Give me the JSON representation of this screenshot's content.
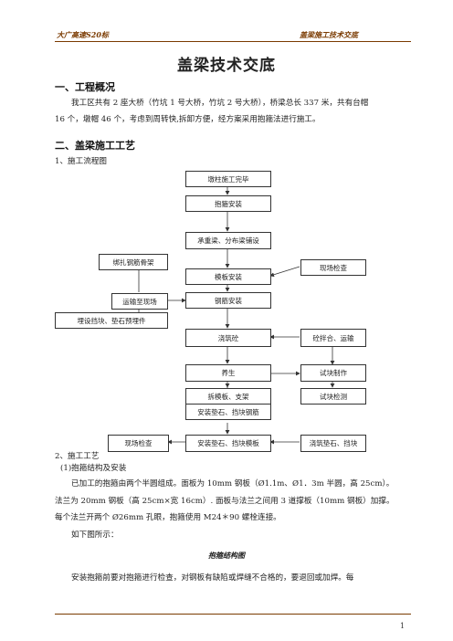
{
  "header": {
    "left": "大广高速S20标",
    "right": "盖梁施工技术交底"
  },
  "title": "盖梁技术交底",
  "section1": {
    "heading": "一、工程概况",
    "para_line1": "我工区共有 2 座大桥（竹坑 1 号大桥，竹坑 2 号大桥），桥梁总长 337 米，共有台帽",
    "para_line2": "16 个，墩帽 46 个，考虑到周转快,拆卸方便，经方案采用抱箍法进行施工。"
  },
  "section2": {
    "heading": "二、盖梁施工工艺",
    "sub1": "1、施工流程图"
  },
  "flow": {
    "dunzhu": "墩柱施工完毕",
    "baogu": "抱箍安装",
    "chengzhong": "承重梁、分布梁铺设",
    "bangza": "绑扎钢筋骨架",
    "xianchang1": "现场检查",
    "moban": "模板安装",
    "yunshu": "运输至现场",
    "gangjin": "钢筋安装",
    "maishe": "埋设挡块、垫石预埋件",
    "jiaozhu": "浇筑砼",
    "banhe": "砼拌合、运输",
    "yanghu": "养生",
    "shikuai": "试块制作",
    "chaimo": "拆模板、支架",
    "jiance": "试块检测",
    "anzhuang_gangjin": "安装垫石、挡块钢筋",
    "xianchang2": "现场检查",
    "anzhuang_moban": "安装垫石、挡块模板",
    "jiaozhu_dianshi": "浇筑垫石、挡块"
  },
  "section3": {
    "sub2": "2、施工工艺",
    "item1": "(1)抱箍结构及安装",
    "para_line1": "已加工的抱箍由两个半圆组成。面板为 10mm 钢板（Ø1.1m、Ø1．3m 半圆，高 25cm）。",
    "para_line2": "法兰为 20mm 钢板（高 25cm×宽 16cm）. 面板与法兰之间用 3 道撑板（10mm 钢板）加撑。",
    "para_line3": "每个法兰开两个 Ø26mm 孔眼，抱箍使用 M24＊90 螺栓连接。",
    "para_line4": "如下图所示：",
    "fig_caption": "抱箍结构图",
    "para_line5": "安装抱箍前要对抱箍进行检查，对钢板有缺陷或焊缝不合格的，要退回或加焊。每"
  },
  "page_number": "1"
}
